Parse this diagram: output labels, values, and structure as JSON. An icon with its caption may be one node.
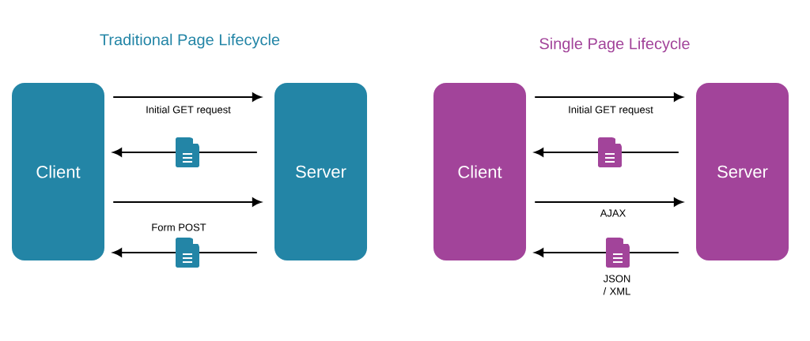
{
  "diagram": {
    "nodes": [
      {
        "text": [
          "Client"
        ]
      },
      {
        "text": [
          "Server"
        ]
      },
      {
        "text": [
          "Client"
        ]
      },
      {
        "text": [
          "Server"
        ]
      }
    ],
    "edges": [
      {
        "from": 0,
        "to": 1,
        "arrow": "to",
        "label": "Initial GET request"
      },
      {
        "from": 1,
        "to": 0,
        "arrow": "to"
      },
      {
        "from": 0,
        "to": 1,
        "arrow": "to",
        "label": "Form POST"
      },
      {
        "from": 1,
        "to": 0,
        "arrow": "to"
      },
      {
        "from": 2,
        "to": 3,
        "arrow": "to",
        "label": "Initial GET request"
      },
      {
        "from": 3,
        "to": 2,
        "arrow": "to"
      },
      {
        "from": 2,
        "to": 3,
        "arrow": "to",
        "label": "AJAX"
      },
      {
        "from": 3,
        "to": 2,
        "arrow": "to",
        "label": "JSON / XML"
      }
    ],
    "labels": [
      "Traditional Page Lifecycle",
      "Single Page Lifecycle"
    ]
  }
}
